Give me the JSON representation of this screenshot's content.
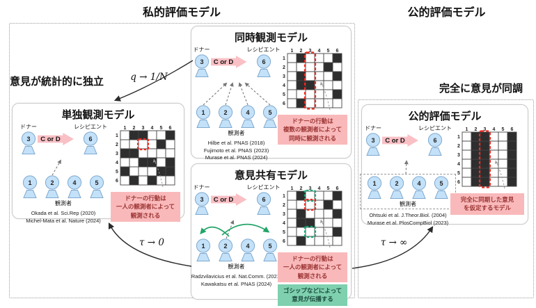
{
  "figure": {
    "header_private": "私的評価モデル",
    "header_public": "公的評価モデル",
    "label_independent": "意見が統計的に独立",
    "label_synchronized": "完全に意見が同調",
    "arrow_q": "q → 1/N",
    "arrow_tau_zero": "τ → 0",
    "arrow_tau_infinity": "τ → ∞"
  },
  "common": {
    "donor": "ドナー",
    "recipient": "レシピエント",
    "observers": "観測者",
    "action": "C or D",
    "donor_id": "3",
    "recipient_id": "6",
    "observer_ids": [
      "1",
      "2",
      "4",
      "5"
    ],
    "grid_cols": [
      "1",
      "2",
      "3",
      "4",
      "5",
      "6"
    ],
    "grid_rows": [
      "1",
      "2",
      "3",
      "4",
      "5",
      "6"
    ]
  },
  "panels": {
    "single": {
      "title": "単独観測モデル",
      "refs": [
        "Okada et al. Sci.Rep (2020)",
        "Michel-Mata et al. Nature (2024)"
      ],
      "caption": [
        "ドナーの行動は",
        "一人の観測者によって",
        "観測される"
      ],
      "grid": {
        "cells": [
          [
            0,
            1,
            1,
            0,
            0,
            1
          ],
          [
            0,
            0,
            0,
            0,
            1,
            0
          ],
          [
            1,
            1,
            0,
            0,
            0,
            0
          ],
          [
            0,
            0,
            1,
            1,
            0,
            1
          ],
          [
            1,
            0,
            0,
            0,
            1,
            1
          ],
          [
            0,
            1,
            0,
            1,
            0,
            0
          ]
        ],
        "highlights": [
          {
            "type": "cell",
            "row": 2,
            "col": 3,
            "color": "red"
          }
        ]
      }
    },
    "simultaneous": {
      "title": "同時観測モデル",
      "refs": [
        "Hilbe et al. PNAS (2018)",
        "Fujimoto et al. PNAS (2023)",
        "Murase et al. PNAS (2024)"
      ],
      "caption": [
        "ドナーの行動は",
        "複数の観測者によって",
        "同時に観測される"
      ],
      "grid": {
        "cells": [
          [
            0,
            1,
            0,
            0,
            0,
            1
          ],
          [
            0,
            0,
            0,
            0,
            1,
            0
          ],
          [
            0,
            1,
            0,
            0,
            0,
            1
          ],
          [
            0,
            1,
            1,
            0,
            0,
            0
          ],
          [
            0,
            0,
            0,
            0,
            0,
            1
          ],
          [
            0,
            1,
            0,
            0,
            0,
            0
          ]
        ],
        "highlights": [
          {
            "type": "column",
            "col": 3,
            "color": "red"
          }
        ]
      }
    },
    "sharing": {
      "title": "意見共有モデル",
      "refs": [
        "Radzvilavicius et al. Nat.Comm. (2021)",
        "Kawakatsu et al. PNAS (2024)"
      ],
      "caption": [
        "ドナーの行動は",
        "一人の観測者によって",
        "観測される"
      ],
      "caption_green": [
        "ゴシップなどによって",
        "意見が伝播する"
      ],
      "grid": {
        "cells": [
          [
            0,
            1,
            0,
            0,
            0,
            1
          ],
          [
            0,
            0,
            0,
            0,
            1,
            0
          ],
          [
            0,
            1,
            0,
            0,
            0,
            1
          ],
          [
            0,
            1,
            1,
            0,
            0,
            0
          ],
          [
            0,
            0,
            0,
            0,
            0,
            1
          ],
          [
            0,
            1,
            0,
            0,
            0,
            0
          ]
        ],
        "highlights": [
          {
            "type": "cell",
            "row": 1,
            "col": 3,
            "color": "green"
          },
          {
            "type": "cell",
            "row": 2,
            "col": 3,
            "color": "red"
          },
          {
            "type": "cell",
            "row": 5,
            "col": 3,
            "color": "green"
          }
        ]
      }
    },
    "public": {
      "title": "公的評価モデル",
      "refs": [
        "Ohtsuki et al. J.Theor.Biol. (2004)",
        "Murase et al. PlosCompBiol (2023)"
      ],
      "caption": [
        "完全に同期した意見",
        "を仮定するモデル"
      ],
      "grid": {
        "cells": [
          [
            0,
            1,
            1,
            0,
            0,
            1
          ],
          [
            0,
            1,
            1,
            0,
            0,
            1
          ],
          [
            0,
            1,
            1,
            0,
            0,
            1
          ],
          [
            0,
            1,
            1,
            0,
            0,
            1
          ],
          [
            0,
            1,
            1,
            0,
            0,
            1
          ],
          [
            0,
            1,
            1,
            0,
            0,
            1
          ]
        ],
        "highlights": [
          {
            "type": "column",
            "col": 3,
            "color": "red"
          }
        ]
      }
    }
  },
  "colors": {
    "agent_fill": "#c3e1f8",
    "agent_stroke": "#7fa9cf",
    "action_arrow_pink": "#f9c0c5",
    "caption_pink_bg": "#f9b9ba",
    "caption_pink_text": "#9c3434",
    "caption_green_bg": "#7ed0ae",
    "caption_green_text": "#1b4a3e",
    "cell_filled": "#2e2e2e",
    "highlight_red": "#ee2a22",
    "highlight_green": "#17a878",
    "gossip_green": "#23a568"
  }
}
